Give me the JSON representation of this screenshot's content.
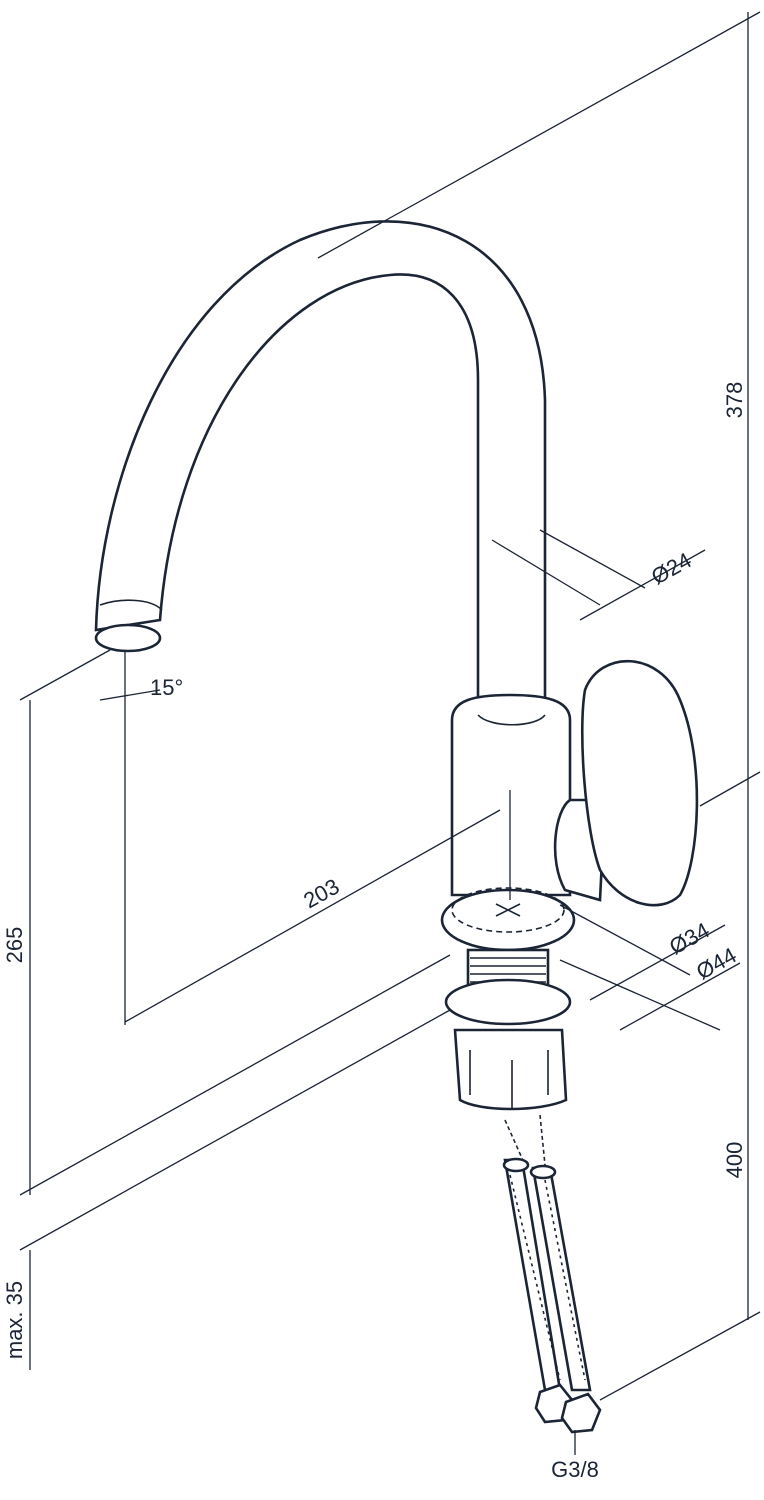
{
  "drawing": {
    "line_color": "#1b2535",
    "dimensions": {
      "height_total": "378",
      "spout_diameter": "Ø24",
      "spout_angle": "15°",
      "spout_height": "265",
      "reach": "203",
      "body_diameter": "Ø34",
      "base_diameter": "Ø44",
      "hose_length": "400",
      "max_counter_thickness": "max. 35",
      "connection_thread": "G3/8"
    }
  }
}
